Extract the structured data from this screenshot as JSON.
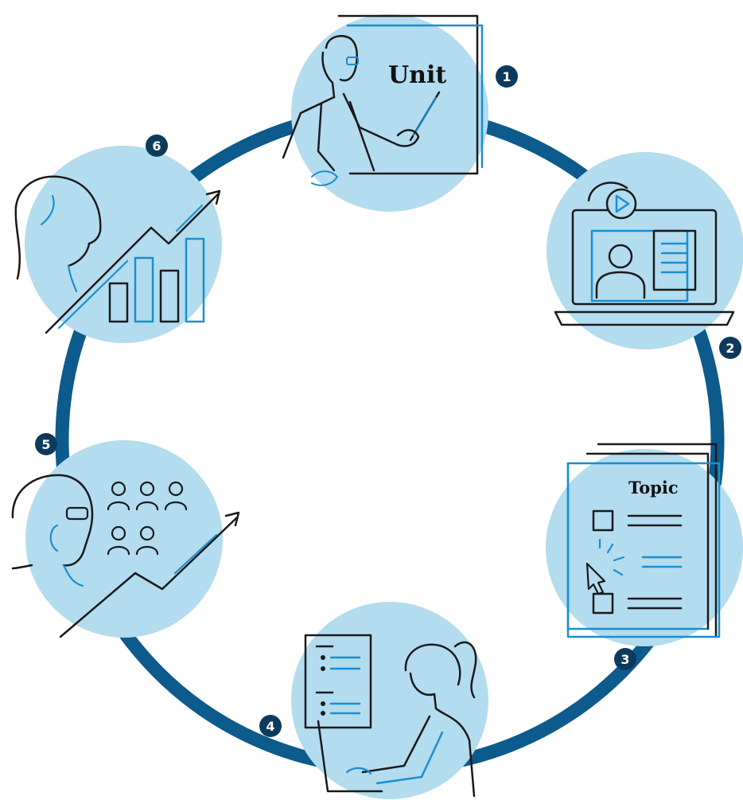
{
  "colors": {
    "ring": "#0d5a8c",
    "circle": "#b3dcef",
    "line": "#1a1a1a",
    "accent": "#1a8fd0",
    "badge": "#0d3a5c"
  },
  "steps": [
    {
      "number": "1",
      "icon": "teacher-presenting-icon",
      "label": "Unit"
    },
    {
      "number": "2",
      "icon": "laptop-video-lesson-icon",
      "label": ""
    },
    {
      "number": "3",
      "icon": "topic-checklist-icon",
      "label": "Topic"
    },
    {
      "number": "4",
      "icon": "student-working-laptop-icon",
      "label": ""
    },
    {
      "number": "5",
      "icon": "teacher-group-progress-icon",
      "label": ""
    },
    {
      "number": "6",
      "icon": "growth-analytics-icon",
      "label": ""
    }
  ]
}
